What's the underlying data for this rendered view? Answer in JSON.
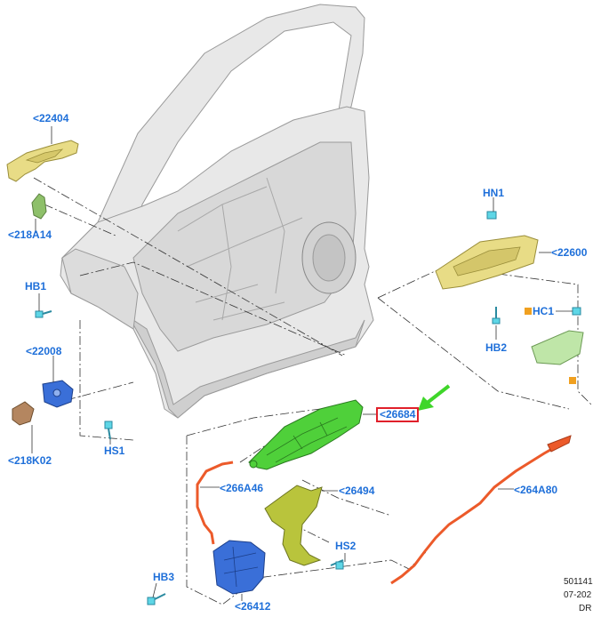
{
  "callouts": {
    "c22404": "<22404",
    "c218A14": "<218A14",
    "cHB1": "HB1",
    "c22008": "<22008",
    "c218K02": "<218K02",
    "cHS1": "HS1",
    "cHN1": "HN1",
    "c22600": "<22600",
    "cHC1": "HC1",
    "cHB2": "HB2",
    "c26684": "<26684",
    "c266A46": "<266A46",
    "c26494": "<26494",
    "c264A80": "<264A80",
    "cHS2": "HS2",
    "cHB3": "HB3",
    "c26412": "<26412"
  },
  "meta": {
    "ref_number": "501141",
    "date_code": "07-202",
    "side_code": "DR"
  },
  "colors": {
    "callout_text": "#1e6fd9",
    "highlight_box": "#e0202a",
    "highlight_arrow": "#3fd62a",
    "door_panel": "#e6e6e6",
    "handle_yellow": "#e8dc86",
    "lock_green": "#4fd03a",
    "lock_blue": "#3a6fd8",
    "bracket_olive": "#b9c43c",
    "cable_red": "#ec5a2a",
    "clip_cyan": "#5ed6e6",
    "marker_orange": "#f0a020"
  }
}
